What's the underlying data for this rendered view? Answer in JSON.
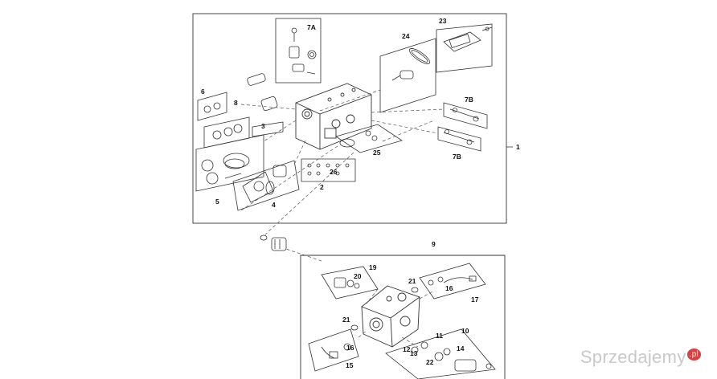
{
  "diagram": {
    "callouts": {
      "c1": "1",
      "c2": "2",
      "c3": "3",
      "c4": "4",
      "c5": "5",
      "c6": "6",
      "c7A": "7A",
      "c7B_top": "7B",
      "c7B_bottom": "7B",
      "c8": "8",
      "c9": "9",
      "c10": "10",
      "c11": "11",
      "c12": "12",
      "c13": "13",
      "c14": "14",
      "c15": "15",
      "c16a": "16",
      "c16b": "16",
      "c17": "17",
      "c19": "19",
      "c20": "20",
      "c21a": "21",
      "c21b": "21",
      "c22": "22",
      "c23": "23",
      "c24": "24",
      "c25": "25",
      "c26": "26"
    }
  },
  "watermark": {
    "brand": "Sprzedajemy",
    "suffix": ".pl"
  }
}
